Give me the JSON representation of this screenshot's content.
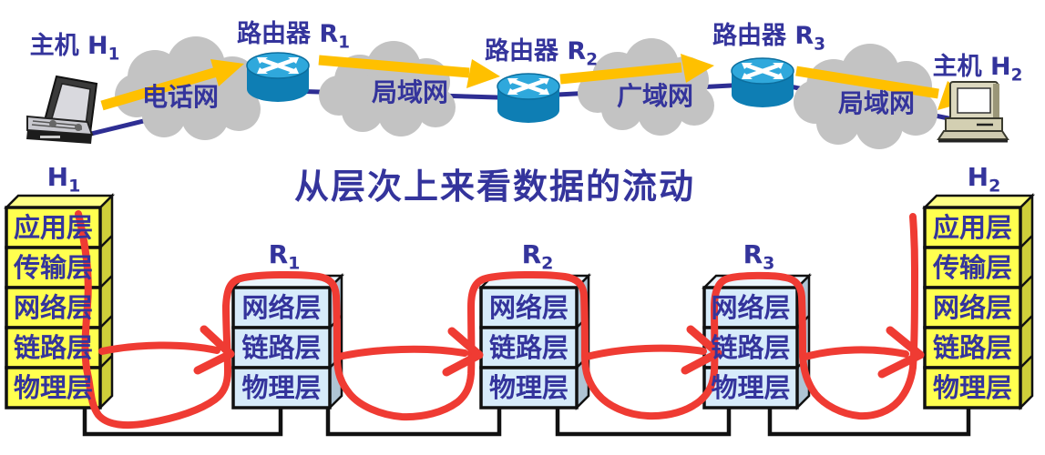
{
  "top": {
    "hosts": {
      "h1": {
        "label": "主机 H",
        "sub": "1"
      },
      "h2": {
        "label": "主机 H",
        "sub": "2"
      }
    },
    "routers": [
      {
        "label": "路由器 R",
        "sub": "1"
      },
      {
        "label": "路由器 R",
        "sub": "2"
      },
      {
        "label": "路由器 R",
        "sub": "3"
      }
    ],
    "clouds": [
      "电话网",
      "局域网",
      "广域网",
      "局域网"
    ]
  },
  "bottom": {
    "title": "从层次上来看数据的流动",
    "stacks": [
      {
        "name": "H",
        "sub": "1",
        "layers": [
          "应用层",
          "传输层",
          "网络层",
          "链路层",
          "物理层"
        ]
      },
      {
        "name": "R",
        "sub": "1",
        "layers": [
          "网络层",
          "链路层",
          "物理层"
        ]
      },
      {
        "name": "R",
        "sub": "2",
        "layers": [
          "网络层",
          "链路层",
          "物理层"
        ]
      },
      {
        "name": "R",
        "sub": "3",
        "layers": [
          "网络层",
          "链路层",
          "物理层"
        ]
      },
      {
        "name": "H",
        "sub": "2",
        "layers": [
          "应用层",
          "传输层",
          "网络层",
          "链路层",
          "物理层"
        ]
      }
    ]
  },
  "colors": {
    "text_blue": "#34349c",
    "link_line_blue": "#2e2e93",
    "cloud_gray": "#c3c3c3",
    "arrow_yellow": "#ffc000",
    "annotation_red": "#ef3b33",
    "host_stack_front": "#ffff4f",
    "host_stack_side": "#cfcf3a",
    "router_stack_front": "#d7ebfa",
    "router_stack_side": "#afc4d4",
    "router_icon_top": "#2fa8dc",
    "router_icon_body": "#0e7eb4"
  }
}
